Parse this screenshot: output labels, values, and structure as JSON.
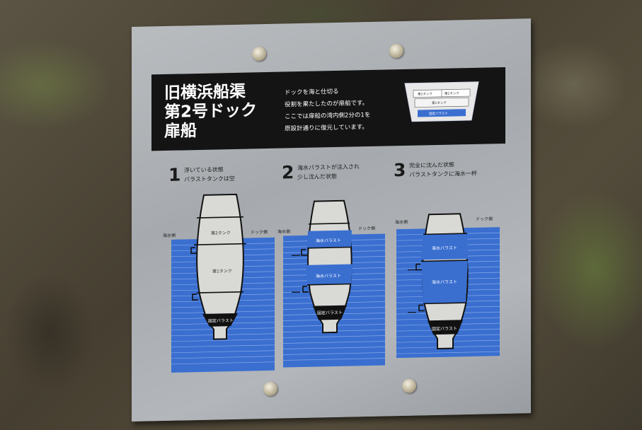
{
  "title": {
    "lines": [
      "旧横浜船渠",
      "第2号ドック",
      "扉船"
    ]
  },
  "description": {
    "lines": [
      "ドックを海と仕切る",
      "役割を果たしたのが扉船です。",
      "ここでは扉船の湾内側2分の1を",
      "原設計通りに復元しています。"
    ]
  },
  "mini_diagram": {
    "labels": [
      "第2タンク",
      "第2タンク",
      "第1タンク",
      "固定バラスト"
    ]
  },
  "side_labels": {
    "sea": "海水側",
    "dock": "ドック側"
  },
  "steps": [
    {
      "number": "1",
      "text_lines": [
        "浮いている状態",
        "バラストタンクは空"
      ],
      "tank_labels": [
        "第2タンク",
        "第1タンク",
        "固定バラスト"
      ]
    },
    {
      "number": "2",
      "text_lines": [
        "海水バラストが注入され",
        "少し沈んだ状態"
      ],
      "tank_labels": [
        "海水バラスト",
        "海水バラスト",
        "固定バラスト"
      ]
    },
    {
      "number": "3",
      "text_lines": [
        "完全に沈んだ状態",
        "バラストタンクに海水一杯"
      ],
      "tank_labels": [
        "海水バラスト",
        "海水バラスト",
        "固定バラスト"
      ]
    }
  ],
  "colors": {
    "water": "#3a6fd0",
    "banner": "#141414",
    "plate": "#aeb1b5"
  }
}
